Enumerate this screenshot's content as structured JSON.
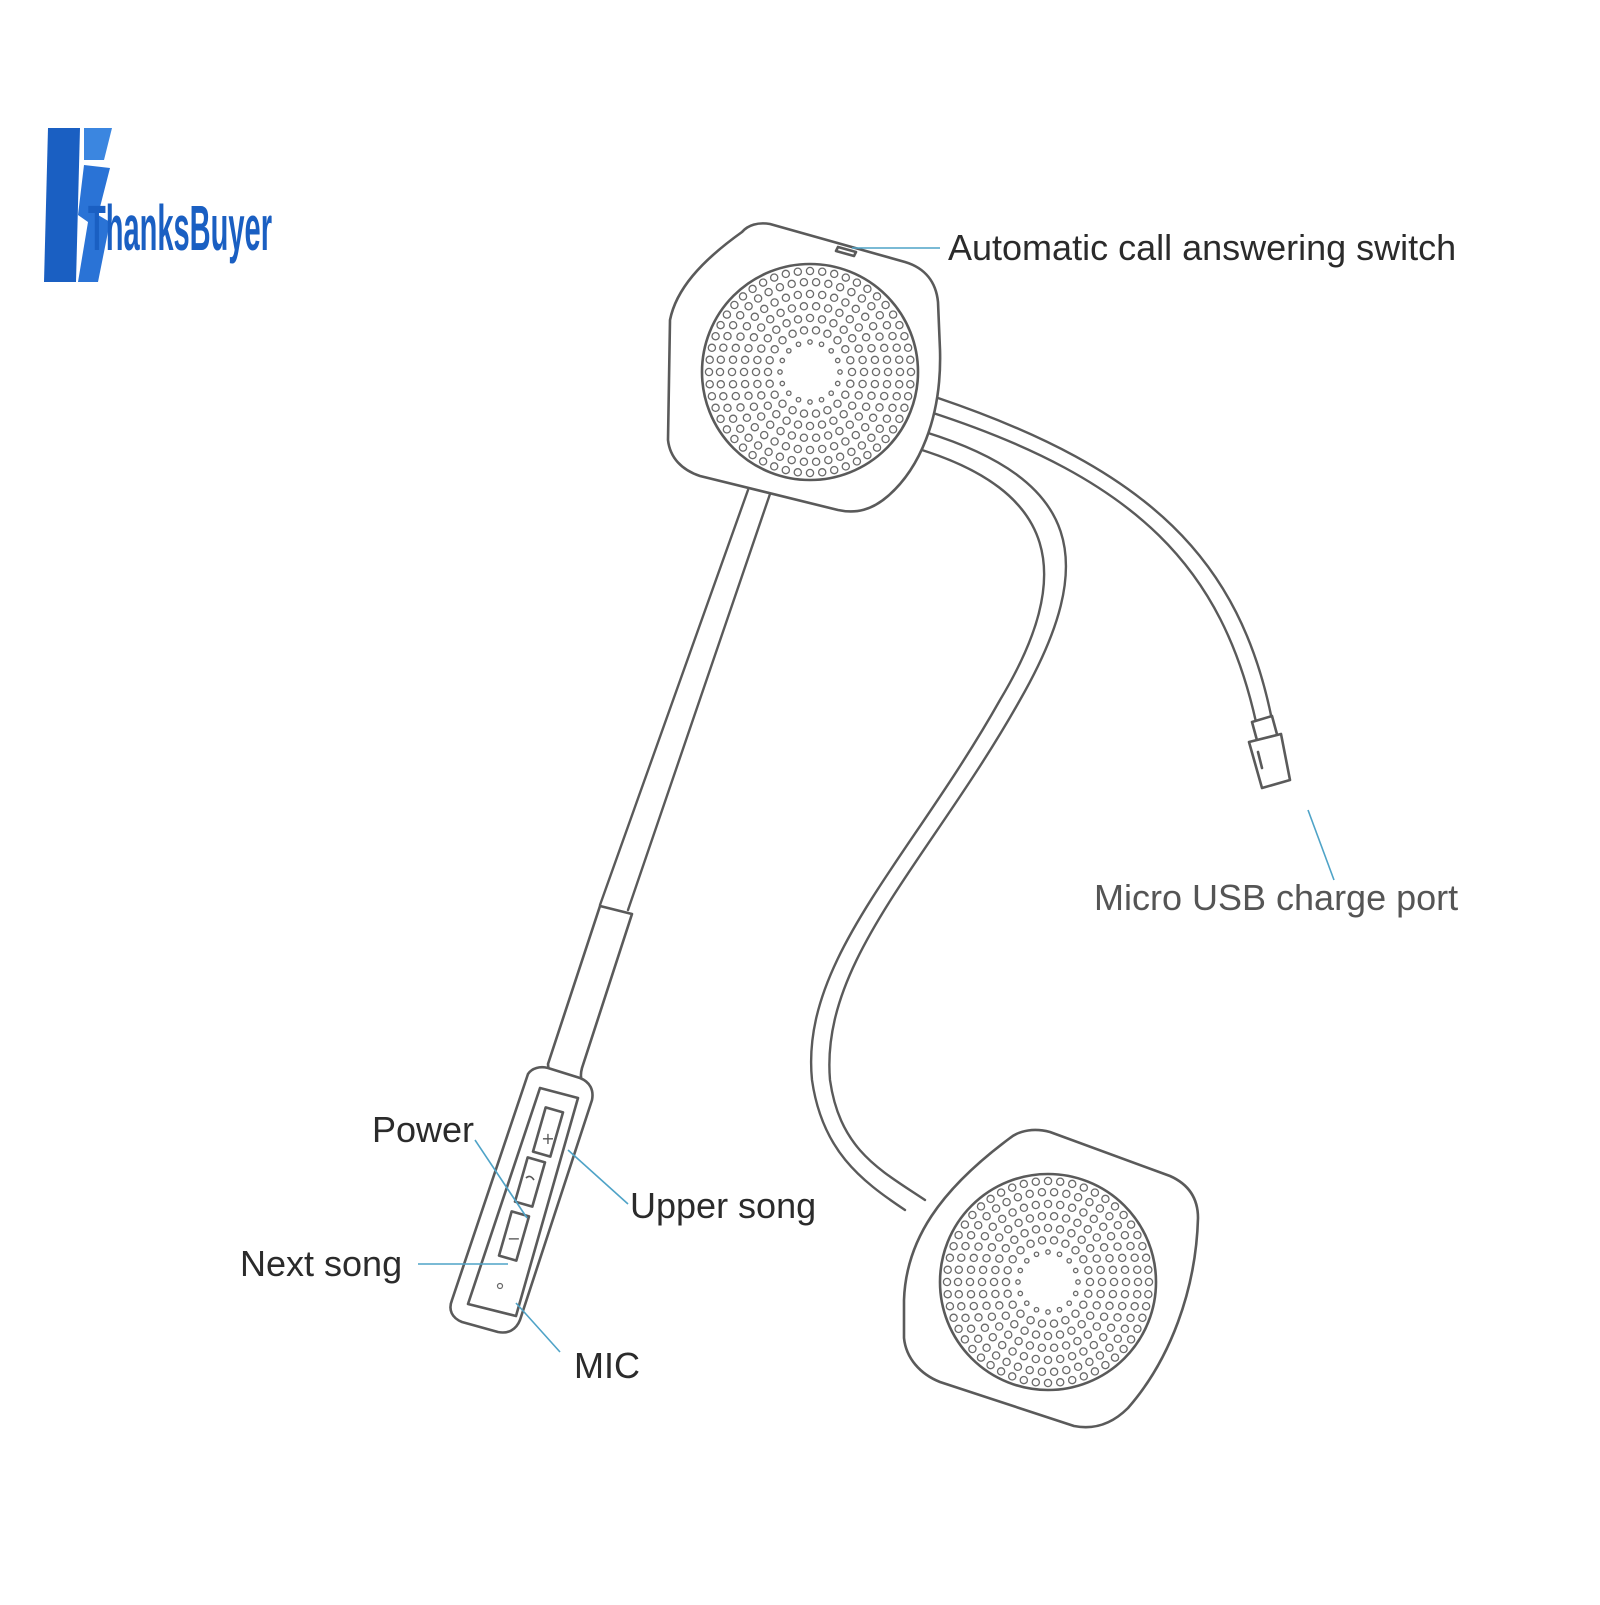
{
  "brand": {
    "name": "ThanksBuyer",
    "color": "#1a5fc2"
  },
  "labels": {
    "auto_answer_switch": "Automatic call answering switch",
    "micro_usb_port": "Micro USB charge port",
    "power": "Power",
    "upper_song": "Upper song",
    "next_song": "Next song",
    "mic": "MIC"
  },
  "controls": {
    "plus_symbol": "+",
    "minus_symbol": "−"
  },
  "colors": {
    "outline": "#5a5a5a",
    "leader": "#4fa3c7"
  }
}
